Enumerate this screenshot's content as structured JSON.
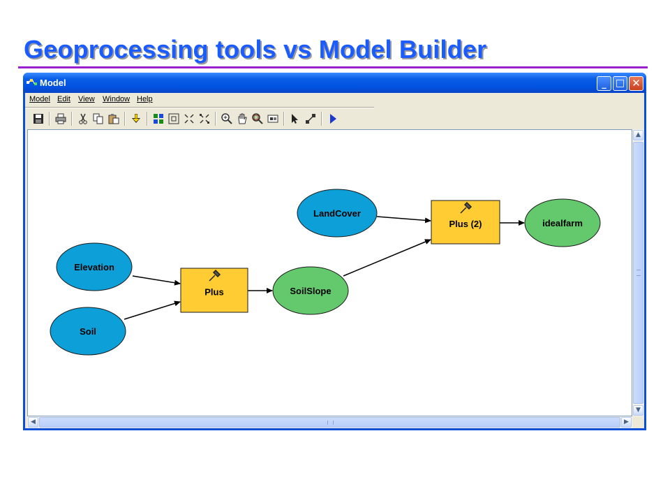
{
  "slide": {
    "title": "Geoprocessing tools vs Model Builder"
  },
  "window": {
    "title": "Model",
    "controls": [
      "minimize",
      "maximize",
      "close"
    ]
  },
  "menu": {
    "items": [
      "Model",
      "Edit",
      "View",
      "Window",
      "Help"
    ]
  },
  "toolbar": {
    "buttons": [
      "save-icon",
      "print-icon",
      "cut-icon",
      "copy-icon",
      "paste-icon",
      "add-data-icon",
      "full-extent-icon",
      "select-all-icon",
      "zoom-in-fixed-icon",
      "zoom-out-fixed-icon",
      "zoom-in-icon",
      "pan-icon",
      "zoom-to-layer-icon",
      "overview-icon",
      "select-pointer-icon",
      "connect-icon",
      "run-icon"
    ]
  },
  "model": {
    "nodes": [
      {
        "id": "elevation",
        "label": "Elevation",
        "kind": "input"
      },
      {
        "id": "soil",
        "label": "Soil",
        "kind": "input"
      },
      {
        "id": "plus",
        "label": "Plus",
        "kind": "tool"
      },
      {
        "id": "soilslope",
        "label": "SoilSlope",
        "kind": "derived"
      },
      {
        "id": "landcover",
        "label": "LandCover",
        "kind": "input"
      },
      {
        "id": "plus2",
        "label": "Plus (2)",
        "kind": "tool"
      },
      {
        "id": "idealfarm",
        "label": "idealfarm",
        "kind": "derived"
      }
    ],
    "connections": [
      [
        "elevation",
        "plus"
      ],
      [
        "soil",
        "plus"
      ],
      [
        "plus",
        "soilslope"
      ],
      [
        "soilslope",
        "plus2"
      ],
      [
        "landcover",
        "plus2"
      ],
      [
        "plus2",
        "idealfarm"
      ]
    ],
    "colors": {
      "input": "#0d9fd8",
      "tool": "#ffcc33",
      "derived": "#63c96c"
    }
  }
}
